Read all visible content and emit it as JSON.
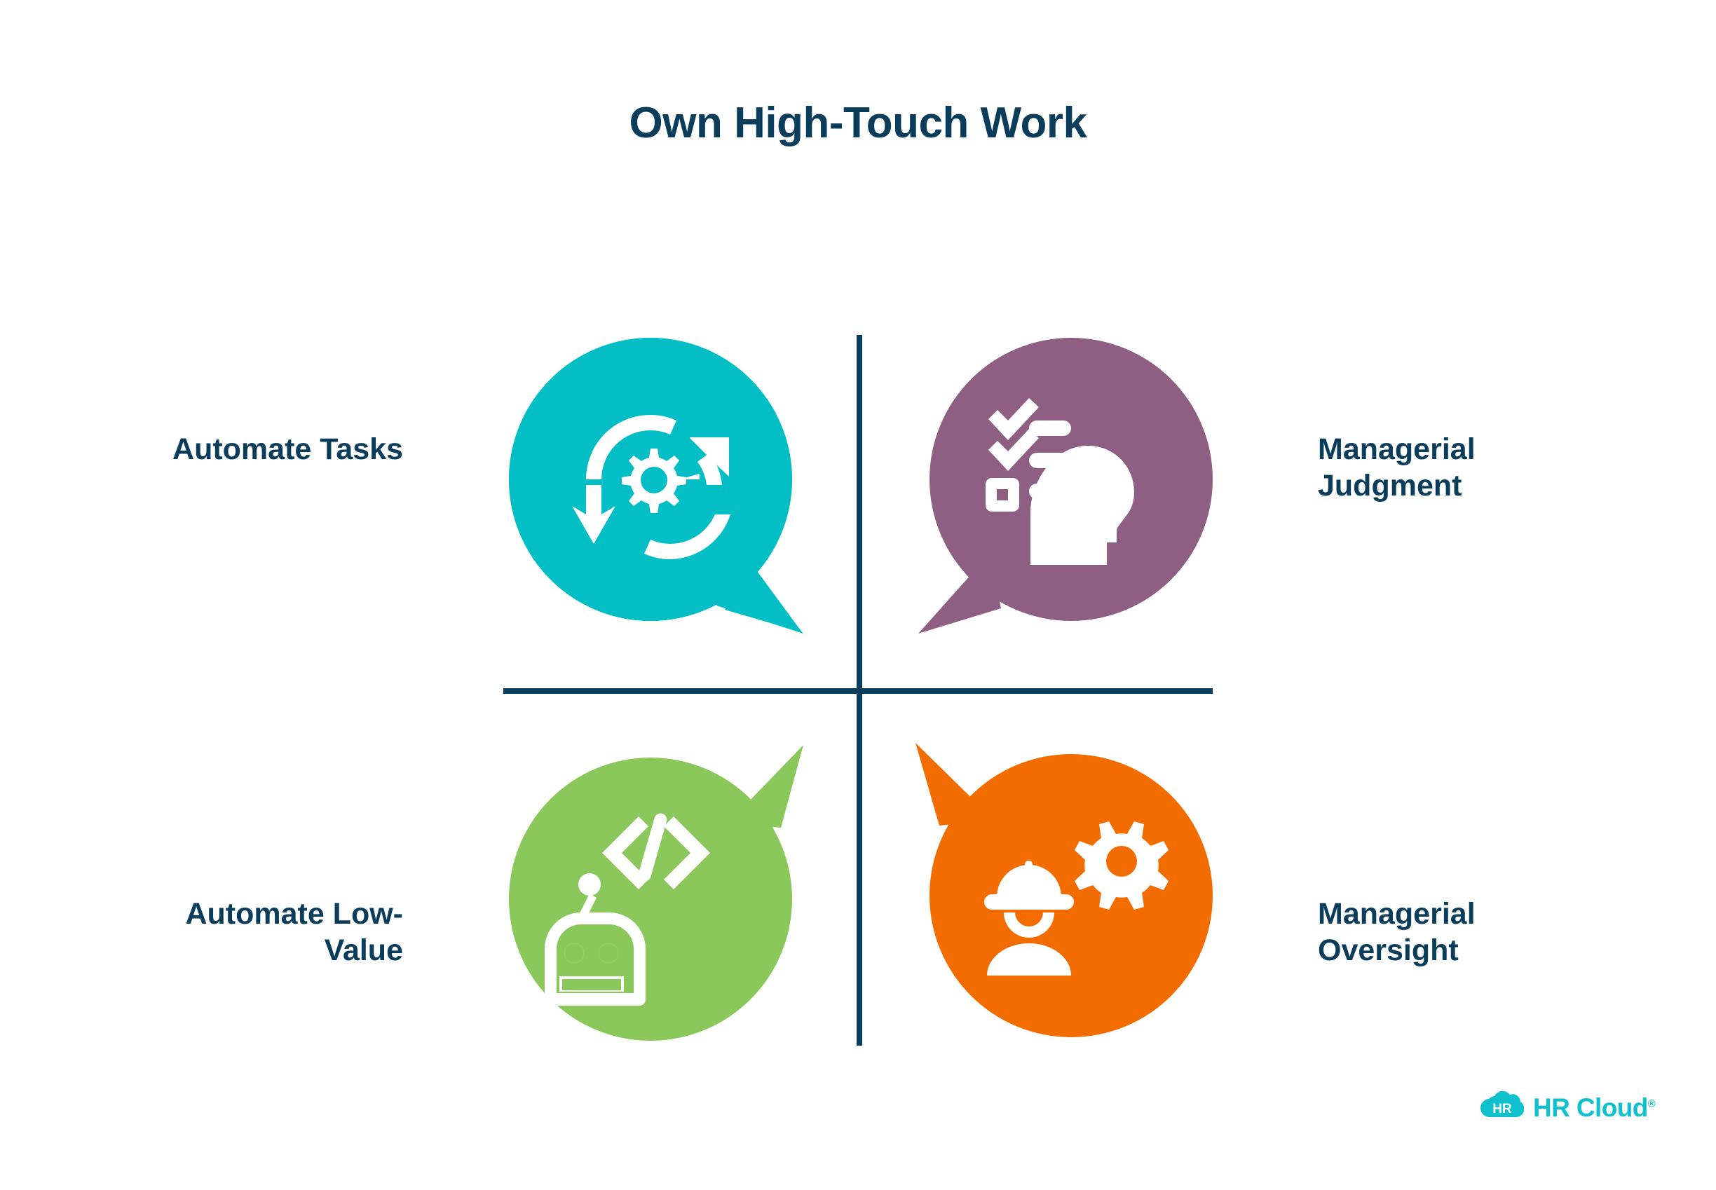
{
  "title": "Own High-Touch Work",
  "colors": {
    "navy": "#0A3C5C",
    "teal": "#03BEC5",
    "purple": "#8E5E83",
    "green": "#8BC85B",
    "orange": "#F36C00",
    "logo_teal": "#0FC1CC",
    "background": "#FFFFFF"
  },
  "quadrants": [
    {
      "id": "automate-tasks",
      "label": "Automate Tasks",
      "label_lines": [
        "Automate Tasks"
      ],
      "position": "top-left",
      "bubble_color": "#03BEC5",
      "tail": "bottom-right",
      "icon": "gear-refresh-cycle-icon"
    },
    {
      "id": "managerial-judgment",
      "label": "Managerial Judgment",
      "label_lines": [
        "Managerial",
        "Judgment"
      ],
      "position": "top-right",
      "bubble_color": "#8E5E83",
      "tail": "bottom-left",
      "icon": "head-checklist-icon"
    },
    {
      "id": "automate-low-value",
      "label": "Automate Low-Value",
      "label_lines": [
        "Automate Low-",
        "Value"
      ],
      "position": "bottom-left",
      "bubble_color": "#8BC85B",
      "tail": "top-right",
      "icon": "robot-code-icon"
    },
    {
      "id": "managerial-oversight",
      "label": "Managerial Oversight",
      "label_lines": [
        "Managerial",
        "Oversight"
      ],
      "position": "bottom-right",
      "bubble_color": "#F36C00",
      "tail": "top-left",
      "icon": "hardhat-worker-gear-icon"
    }
  ],
  "logo": {
    "mark_text": "HR",
    "wordmark": "HR Cloud",
    "registered_mark": "®"
  }
}
